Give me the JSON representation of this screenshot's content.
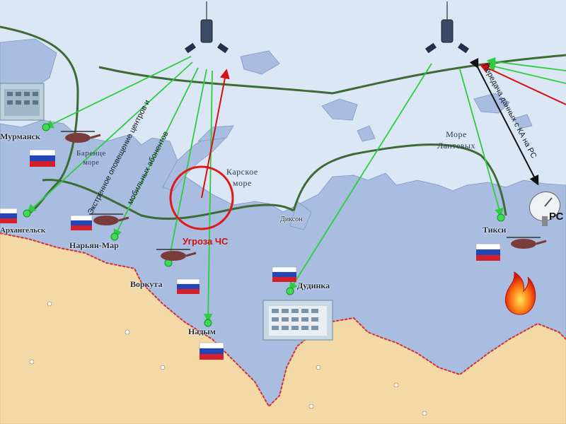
{
  "map": {
    "seas": {
      "barents": [
        "Баренце",
        "море"
      ],
      "kara": [
        "Карское",
        "море"
      ],
      "laptev": [
        "Море",
        "Лаптевых"
      ]
    },
    "cities": {
      "murmansk": "Мурманск",
      "arkhangelsk": "Архангельск",
      "naryan_mar": "Нарьян-Мар",
      "vorkuta": "Воркута",
      "nadym": "Надым",
      "dudinka": "Дудинка",
      "dikson": "Диксон",
      "tiksi": "Тикси"
    },
    "threat_label": "Угроза ЧС",
    "annotations": {
      "alert_line1": "Экстренное оповещение центров и",
      "alert_line2": "мобильных абонентов",
      "data_transfer": "Передача данных с КА на РС"
    },
    "station_label": "РС",
    "colors": {
      "land": "#f3d9a6",
      "region": "#a8bde0",
      "sea": "#dbe7f4",
      "border": "#e02a2a",
      "orbit": "#3d6b35",
      "link": "#2ecc40",
      "threat": "#d60f0f"
    },
    "icons": [
      "satellite-icon",
      "helicopter-icon",
      "russia-flag-icon",
      "fire-icon",
      "dish-antenna-icon",
      "building-icon",
      "city-dot-icon"
    ]
  }
}
